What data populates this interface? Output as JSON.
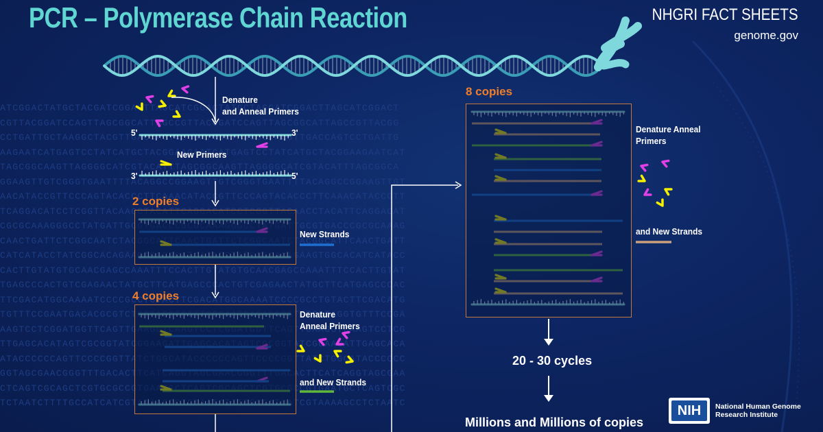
{
  "header": {
    "title": "PCR – Polymerase Chain Reaction",
    "brand": "NHGRI FACT SHEETS",
    "site": "genome.gov"
  },
  "labels": {
    "denature_anneal": "Denature\nand Anneal Primers",
    "new_primers": "New Primers",
    "five_prime": "5'",
    "three_prime": "3'",
    "new_strands": "New Strands",
    "denature_anneal_primers": "Denature\nAnneal Primers",
    "and_new_strands": "and New Strands",
    "denature_anneal_primers_8": "Denature Anneal\nPrimers"
  },
  "stages": {
    "two": "2 copies",
    "four": "4 copies",
    "eight": "8 copies"
  },
  "footer": {
    "cycles": "20 - 30 cycles",
    "result": "Millions and Millions of copies",
    "nih_logo": "NIH",
    "institute_line1": "National Human Genome",
    "institute_line2": "Research Institute"
  },
  "colors": {
    "background": "#0b1f55",
    "title": "#5fd6d2",
    "strand_template": "#7fd8dc",
    "strand_new_blue": "#1f6fd0",
    "strand_new_green": "#5fb83a",
    "strand_new_tan": "#c9a07a",
    "primer_yellow": "#f4f000",
    "primer_magenta": "#e040e6",
    "copies_label": "#f07e2a",
    "box_border": "#c47a3c"
  },
  "background_sequence": [
    "ATCGGACTATGCTACGATCGGACTTAGCATCGGACTATGCTACGATCGGACTTAGCATCGGACT",
    "CGTTACGGATCCAGTTAGCGGCATTAGCCGTTACGGATCCAGTTAGCGGCATTAGCCGTTACGG",
    "CCTGATTGCTAAGGCTACGTTGACCAGTCCTGATTGCTAAGGCTACGTTGACCAGTCCTGATTG",
    "AAGAATCATGAGTCCTATCATGCTACGGAAGAATCATGAGTCCTATCATGCTACGGAAGAATCAT",
    "TAGCGGCAAGTTAGGGGCATCGTACATTTAGCGGCAAGTTAGGGGCATCGTACATTTAGCGGCA",
    "GGAAGTTGTCGGGTGAATTTTACAGGCCGGAAGTTGTCGGGTGAATTTTACAGGCCGGAAGTTGT",
    "AACATACCGTTCCCAGTACACCCTTCAAACATACCGTTCCCAGTACACCCTTCAAACATACCGTT",
    "TCAGGACATCCTCGGTTACAACCTACATTCAGGACATCCTCGGTTACAACCTACATTCAGGACAT",
    "CGCGCAAAGGGCCTATGATTGCGTGACCCGCGCAAAGGGCCTATGATTGCGTGACCCGCGCAAAG",
    "CAACTGATTCTCGGCAATCTACGGCATTCAACTGATTCTCGGCAATCTACGGCATTCAACTGATT",
    "CATCATACCTATCGGCACAGAAGTGGCACATCATACCTATCGGCACAGAAGTGGCACATCATACC",
    "CACTTGTATGTGCAACGAGCCAAATTTCCACTTGTATGTGCAACGAGCCAAATTTCCACTTGTAT",
    "TGAGCCCACTGTCGAGAACTATGCTTCATGAGCCCACTGTCGAGAACTATGCTTCATGAGCCCAC",
    "TTCGACATGGCAAAATCCCCGCCTGTACTTCGACATGGCAAAATCCCCGCCTGTACTTCGACATG",
    "TGTTTCCGAATGACACGCGTCTCCTAGGTGTTTCCGAATGACACGCGTCTCCTAGGTGTTTCCGA",
    "AAGTCCTCGGATGGTTCAGTTGAAGGTCAAGTCCTCGGATGGTTCAGTTGAAGGTCAAGTCCTCG",
    "TTGAGCACATAGTCGCGGTATCGGAAGATTGAGCACATAGTCGCGGTATCGGAAGATTGAGCACA",
    "ATACCCCCCAGTTCCCCGGTTATCTGGCATACCCCCCAGTTCCCCGGTTATCTGGCATACCCCCC",
    "GGTAGCGAACGGGTTTGACACTTCATCAGGTAGCGAACGGGTTTGACACTTCATCAGGTAGCGAA",
    "CTCAGTCGCAGCTCGTGCGCCGTGAATGCTCAGTCGCAGCTCGTGCGCCGTGAATGCTCAGTCGC",
    "TCTAATCTTTTGCCATCATCGTAAAAGCCTCTAATCTTTTGCCATCATCGTAAAAGCCTCTAATC"
  ]
}
